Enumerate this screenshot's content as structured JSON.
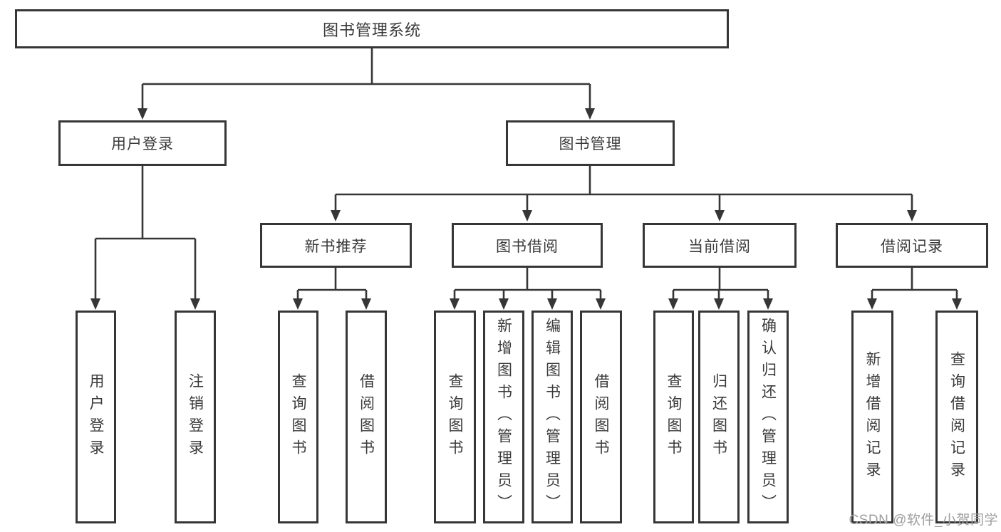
{
  "diagram": {
    "root": {
      "label": "图书管理系统"
    },
    "level2": [
      {
        "label": "用户登录"
      },
      {
        "label": "图书管理"
      }
    ],
    "groups": {
      "user_login": {
        "label": "用户登录",
        "children": [
          {
            "label": "用户登录"
          },
          {
            "label": "注销登录"
          }
        ]
      },
      "new_book_recommend": {
        "label": "新书推荐",
        "children": [
          {
            "label": "查询图书"
          },
          {
            "label": "借阅图书"
          }
        ]
      },
      "book_borrow": {
        "label": "图书借阅",
        "children": [
          {
            "label": "查询图书"
          },
          {
            "label": "新增图书（管理员）"
          },
          {
            "label": "编辑图书（管理员）"
          },
          {
            "label": "借阅图书"
          }
        ]
      },
      "current_borrow": {
        "label": "当前借阅",
        "children": [
          {
            "label": "查询图书"
          },
          {
            "label": "归还图书"
          },
          {
            "label": "确认归还（管理员）"
          }
        ]
      },
      "borrow_records": {
        "label": "借阅记录",
        "children": [
          {
            "label": "新增借阅记录"
          },
          {
            "label": "查询借阅记录"
          }
        ]
      }
    },
    "colors": {
      "line": "#363636",
      "text": "#3a3a3a",
      "box_background": "#ffffff",
      "watermark": "#9e9e9e"
    },
    "watermark": "CSDN @软件_小贺同学"
  }
}
